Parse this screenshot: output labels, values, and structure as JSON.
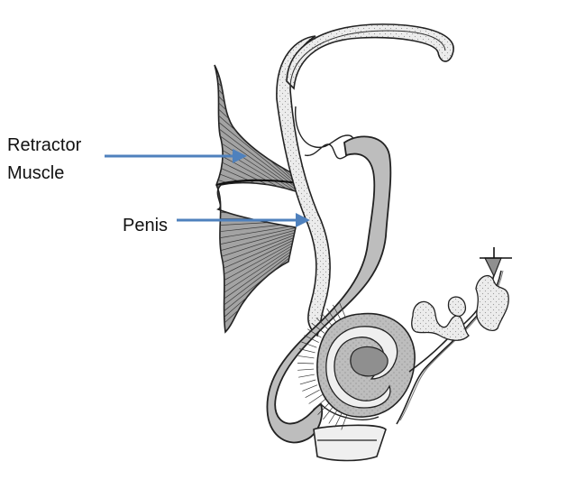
{
  "labels": {
    "retractor_line1": "Retractor",
    "retractor_line2": "Muscle",
    "penis": "Penis"
  },
  "colors": {
    "arrow": "#4f81bd",
    "muscle": "#8a8a8a",
    "shaft_fill": "#efefef",
    "gray_fill": "#bdbdbd",
    "dark_gray": "#8f8f8f",
    "outline": "#222222"
  }
}
